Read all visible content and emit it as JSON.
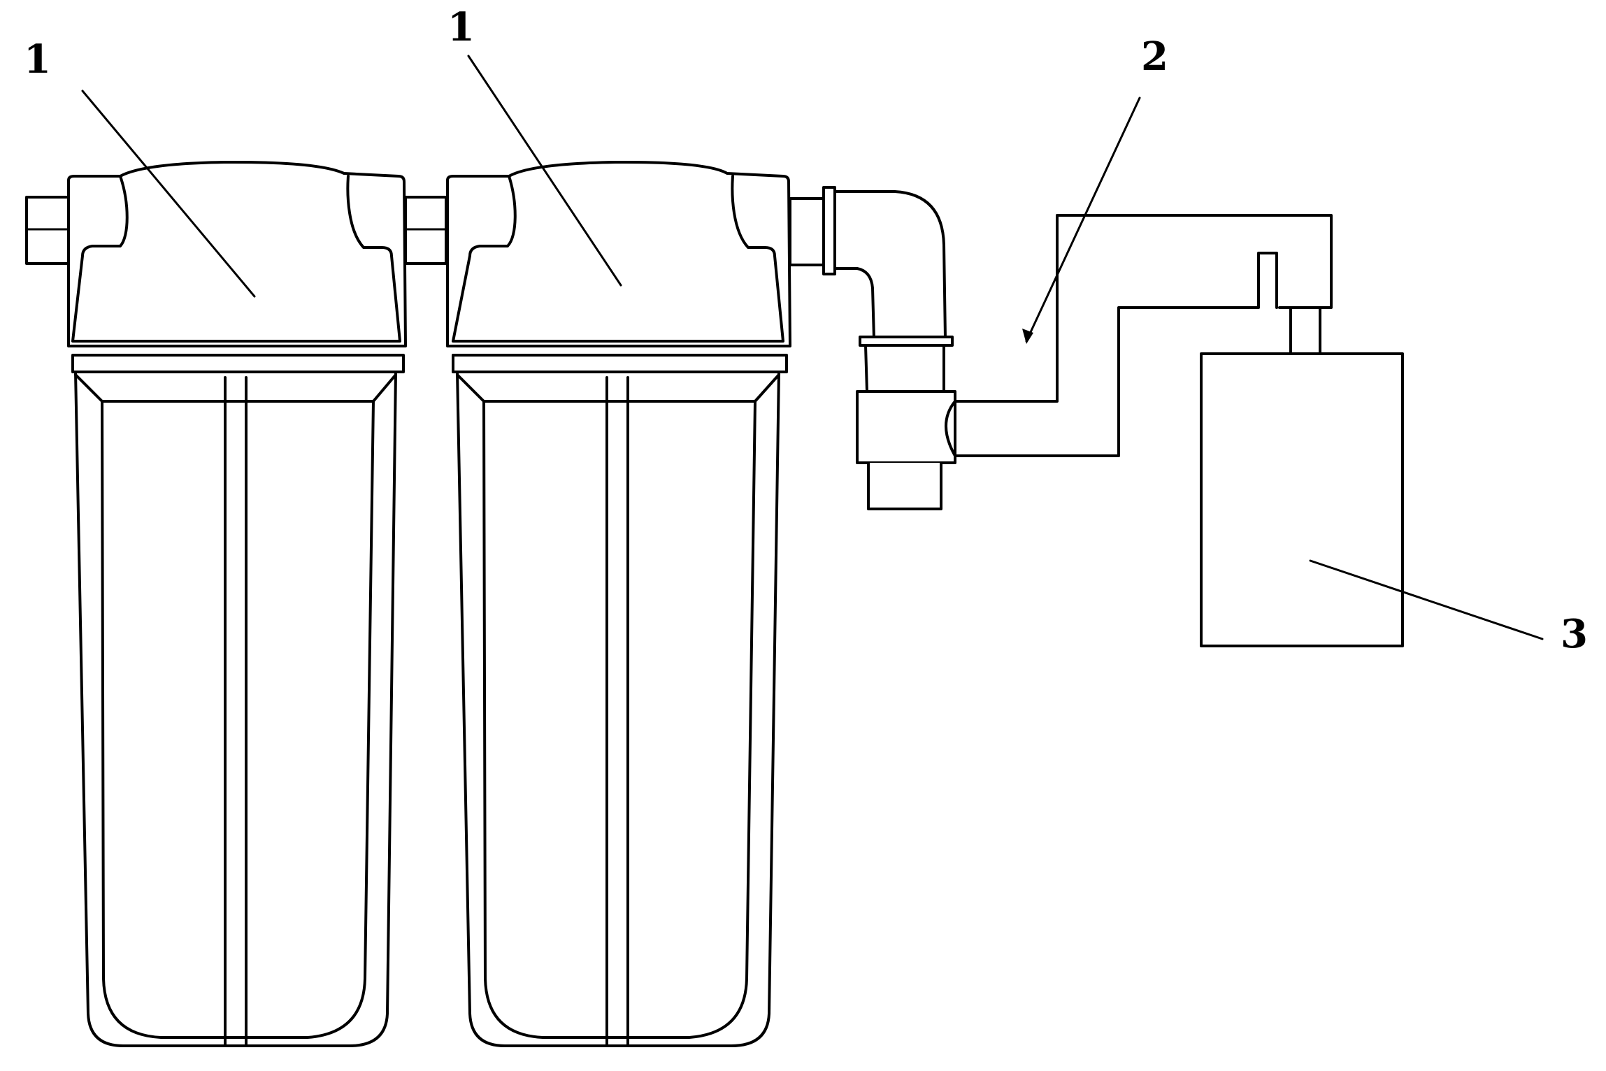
{
  "labels": {
    "filter_left": "1",
    "filter_right": "1",
    "pipe": "2",
    "box": "3"
  }
}
